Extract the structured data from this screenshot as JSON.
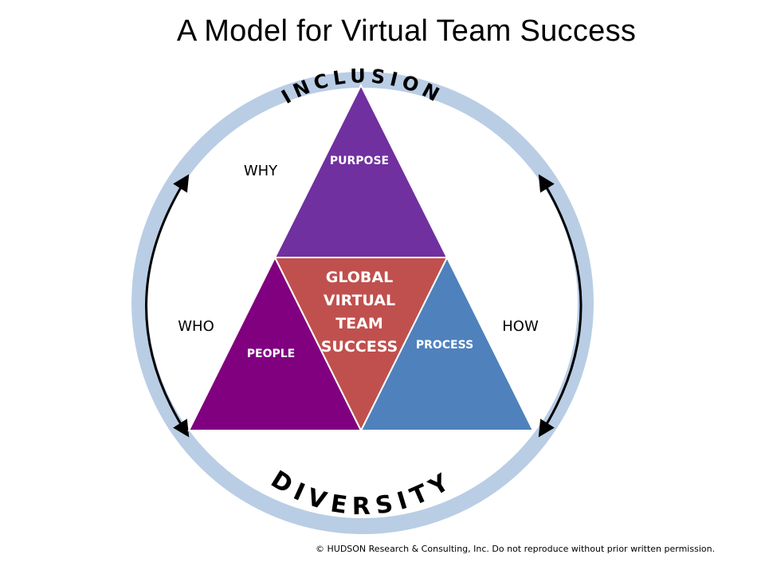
{
  "title": "A Model for Virtual Team Success",
  "ring": {
    "top_word": "INCLUSION",
    "bottom_word": "DIVERSITY",
    "color": "#b9cde5"
  },
  "side_labels": {
    "why": "WHY",
    "who": "WHO",
    "how": "HOW"
  },
  "triangles": {
    "purpose": {
      "label": "PURPOSE",
      "color": "#7030a0"
    },
    "people": {
      "label": "PEOPLE",
      "color": "#800080"
    },
    "process": {
      "label": "PROCESS",
      "color": "#4f81bd"
    },
    "center": {
      "lines": [
        "GLOBAL",
        "VIRTUAL",
        "TEAM",
        "SUCCESS"
      ],
      "color": "#c0504d"
    }
  },
  "footer": {
    "copyright": "© HUDSON Research & Consulting, Inc.  Do not reproduce without prior written permission."
  }
}
